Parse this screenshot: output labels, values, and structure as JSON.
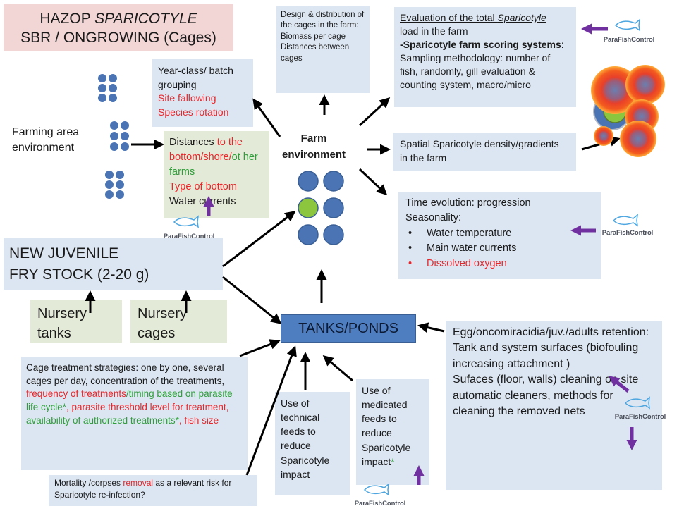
{
  "title": {
    "line1_a": "HAZOP ",
    "line1_b": "SPARICOTYLE",
    "line2": "SBR / ONGROWING (Cages)"
  },
  "design_box": {
    "text": "Design & distribution of the cages in the farm: Biomass per cage Distances between cages"
  },
  "evaluation_box": {
    "line1_a": "Evaluation of the total ",
    "line1_b": "Sparicotyle",
    "line2": "load in the farm",
    "scoring_bold": "-Sparicotyle farm scoring systems",
    "scoring_colon": ":",
    "sampling": "Sampling methodology: number of fish, randomly, gill evaluation & counting system, macro/micro"
  },
  "yearclass_box": {
    "line1": "Year-class/ batch grouping",
    "site": "Site fallowing",
    "species": "Species rotation"
  },
  "farming_area_label": "Farming area environment",
  "distances_box": {
    "p1": "Distances ",
    "p2": "to the bottom/shore/",
    "p3": "ot her farms",
    "p4": "Type of bottom",
    "p5": "Water currents"
  },
  "farm_env_label": "Farm environment",
  "spatial_box": {
    "text": "Spatial Sparicotyle density/gradients in the farm"
  },
  "time_box": {
    "line1": "Time evolution: progression",
    "line2": "Seasonality:",
    "items": [
      "Water temperature",
      "Main water currents",
      "Dissolved oxygen"
    ]
  },
  "juvenile_box": {
    "line1": "NEW JUVENILE",
    "line2": "FRY STOCK (2-20 g)"
  },
  "nursery_tanks": "Nursery tanks",
  "nursery_cages": "Nursery cages",
  "tanks_ponds": "TANKS/PONDS",
  "cage_treatment": {
    "p1": "Cage treatment strategies: one by one, several cages per day, concentration of the treatments, ",
    "p2": "frequency of treatments",
    "p3": "/timing based on parasite life cycle*",
    "p4": ", parasite threshold level for treatment, ",
    "p5": "availability of authorized treatments*",
    "p6": ", fish size"
  },
  "mortality_box": {
    "p1": "Mortality /corpses ",
    "p2": "removal",
    "p3": " as a relevant risk for Sparicotyle re-infection?"
  },
  "technical_feeds": "Use of technical feeds to reduce Sparicotyle impact",
  "medicated_feeds": {
    "text": "Use of medicated feeds to reduce Sparicotyle impact",
    "star": "*"
  },
  "retention_box": {
    "line1": "Egg/oncomiracidia/juv./adults retention:",
    "line2": "Tank and system surfaces (biofouling increasing attachment )",
    "line3": "Sufaces (floor, walls) cleaning on site automatic cleaners, methods for cleaning the removed nets"
  },
  "logo_text": "ParaFishControl",
  "colors": {
    "box_blue": "#dce6f2",
    "box_green": "#e4ead8",
    "title_pink": "#f2d5d5",
    "circle_blue": "#4a74b4",
    "circle_green": "#8cc63f",
    "tanks_blue": "#4f7ec0",
    "red_text": "#e8262a",
    "green_text": "#2f9e3a",
    "purple_arrow": "#7030a0"
  }
}
